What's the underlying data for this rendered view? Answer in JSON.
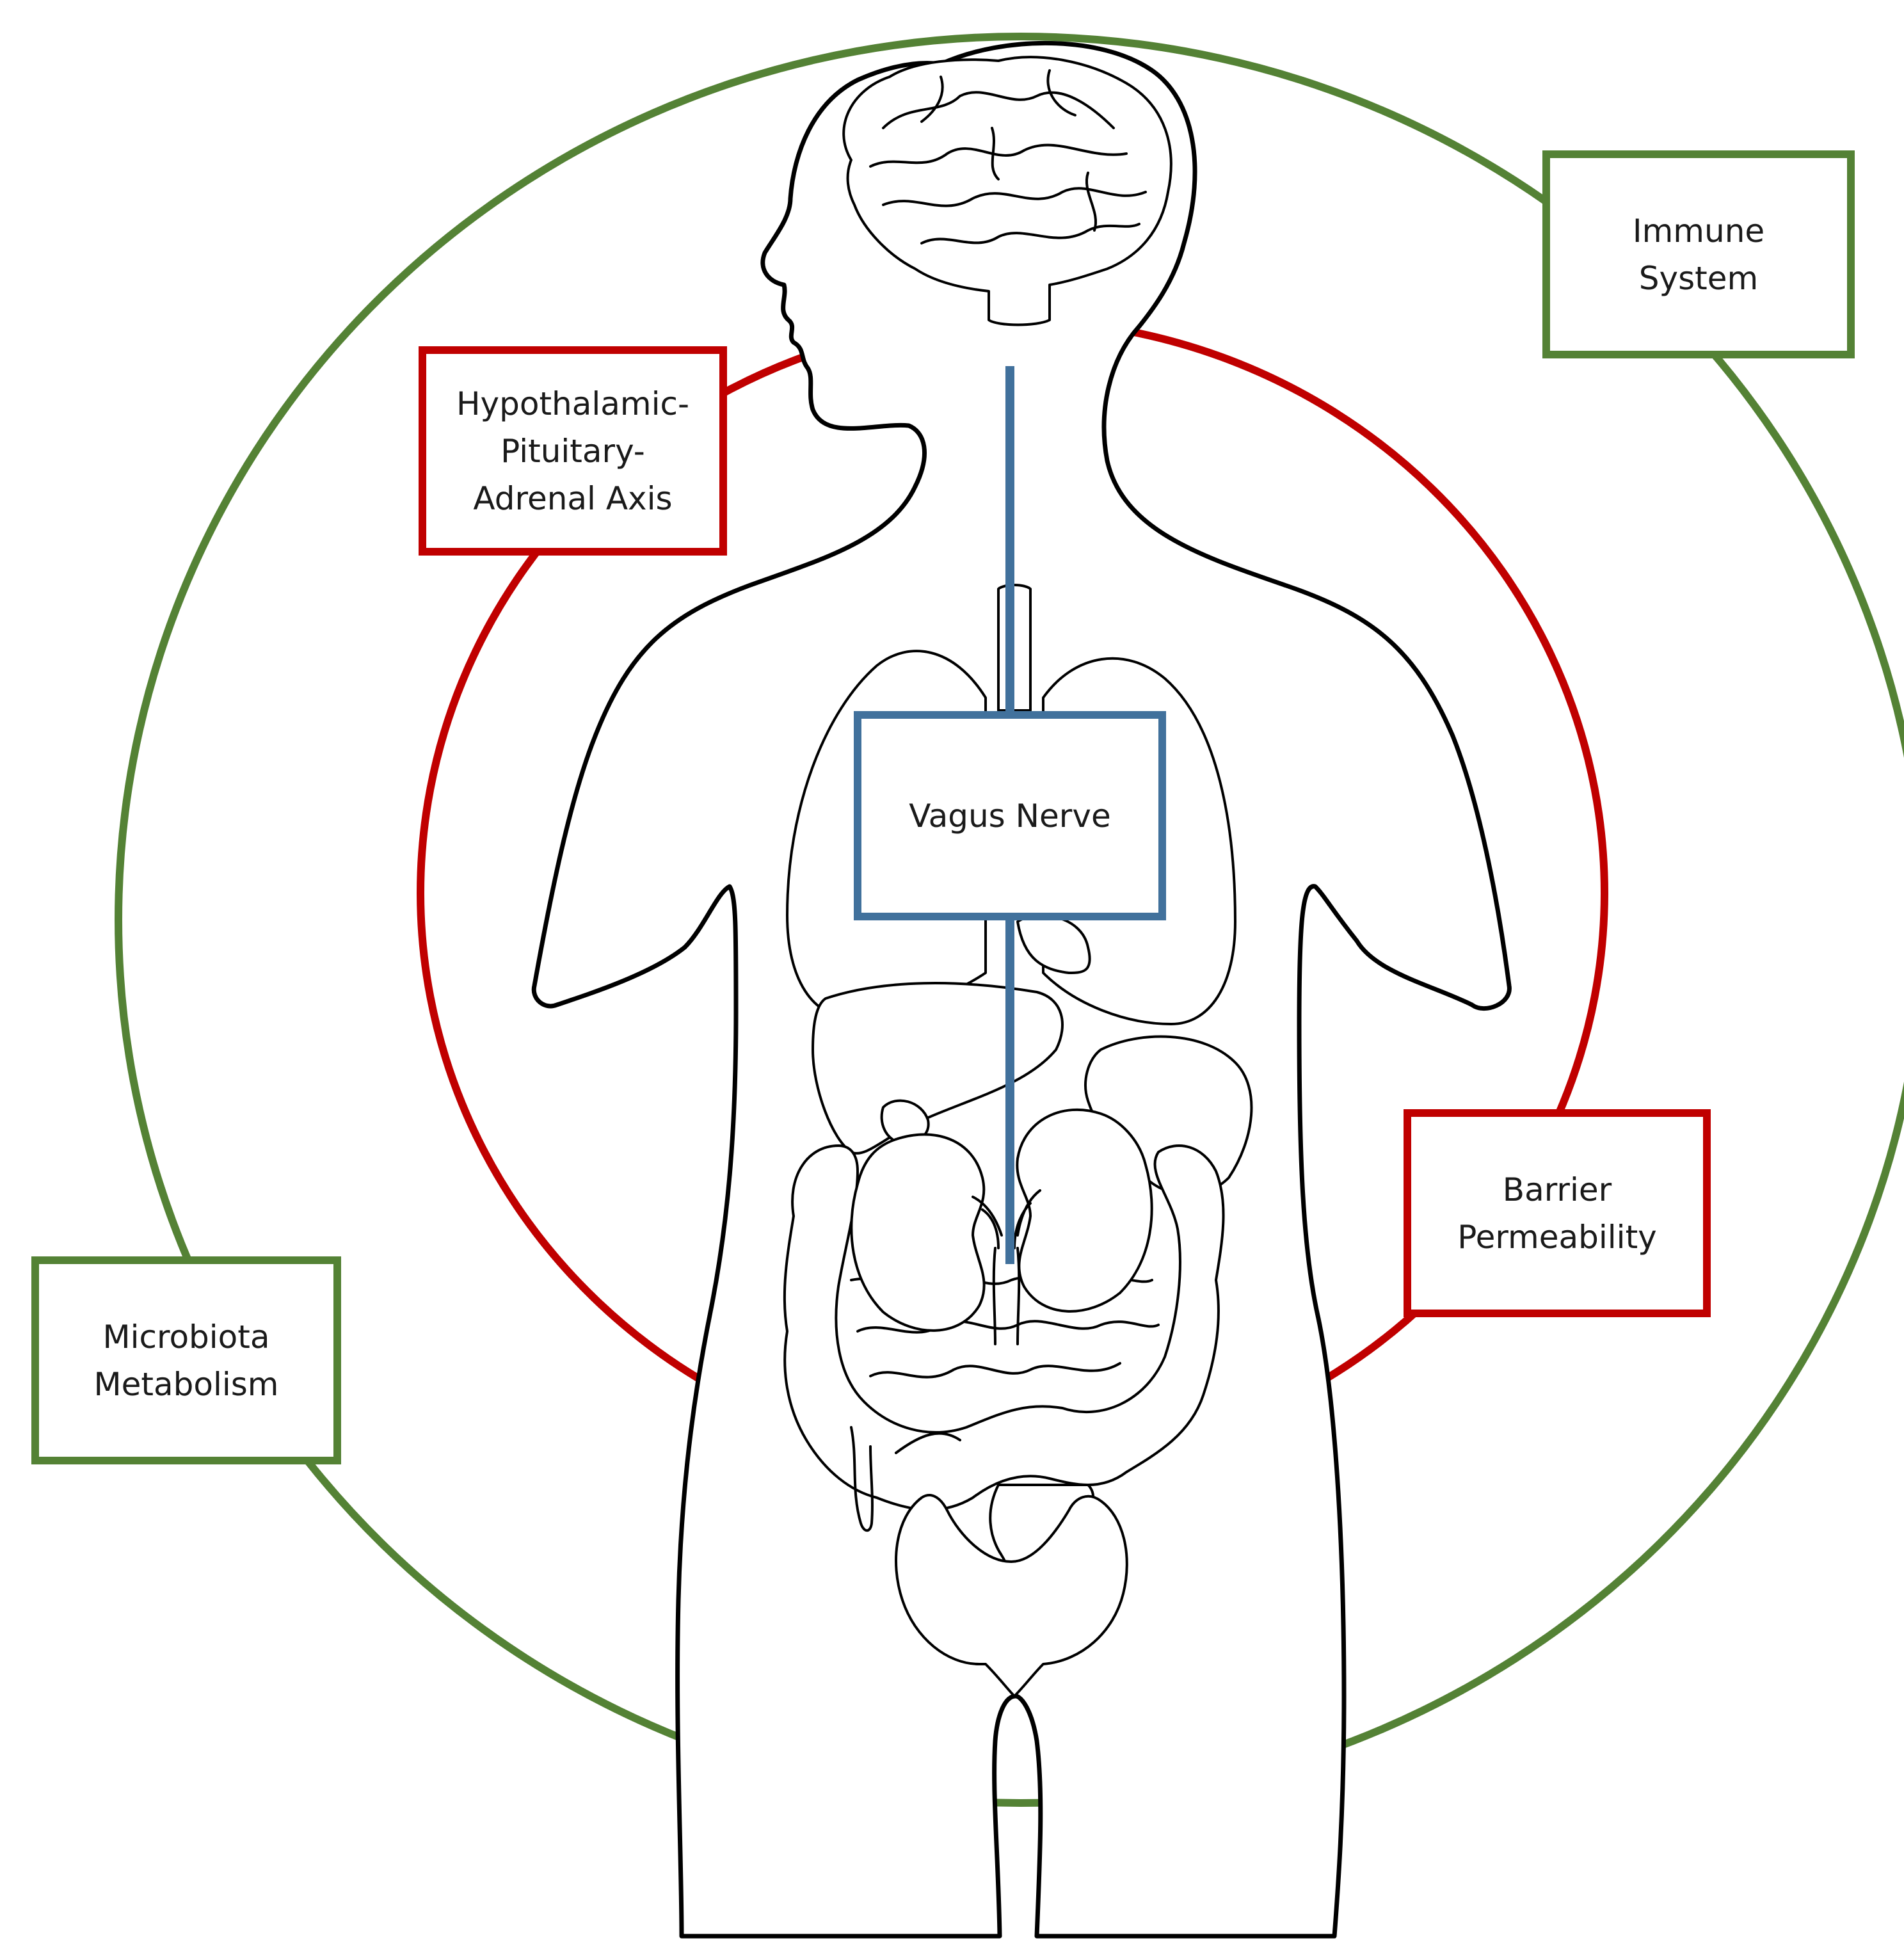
{
  "colors": {
    "outer_ring": "#548235",
    "inner_ring": "#c00000",
    "vagus": "#41719c",
    "outline": "#000000",
    "background": "#ffffff"
  },
  "labels": {
    "immune_system": "Immune\nSystem",
    "microbiota_metabolism": "Microbiota\nMetabolism",
    "hpa_axis": "Hypothalamic-\nPituitary-\nAdrenal Axis",
    "barrier_permeability": "Barrier\nPermeability",
    "vagus_nerve": "Vagus Nerve"
  },
  "icons": {
    "body": "human-body-silhouette-icon",
    "brain": "brain-icon",
    "lungs": "lungs-icon",
    "liver": "liver-icon",
    "kidneys": "kidneys-icon",
    "intestines": "intestines-icon",
    "bladder": "bladder-icon"
  }
}
